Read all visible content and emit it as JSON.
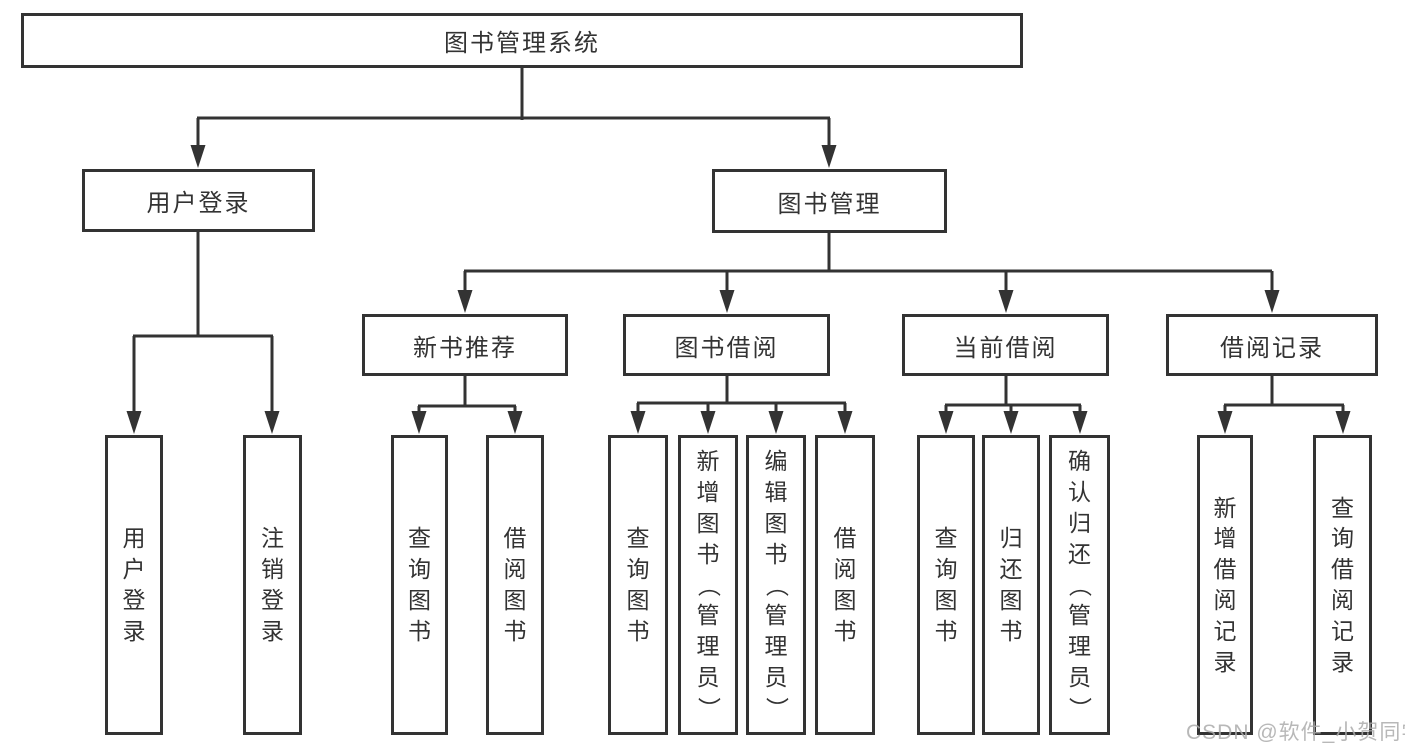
{
  "diagram": {
    "root": {
      "label": "图书管理系统"
    },
    "user_login": {
      "label": "用户登录",
      "children": [
        {
          "label": "用户登录"
        },
        {
          "label": "注销登录"
        }
      ]
    },
    "book_management": {
      "label": "图书管理",
      "children": [
        {
          "label": "新书推荐",
          "children": [
            {
              "label": "查询图书"
            },
            {
              "label": "借阅图书"
            }
          ]
        },
        {
          "label": "图书借阅",
          "children": [
            {
              "label": "查询图书"
            },
            {
              "label": "新增图书（管理员）"
            },
            {
              "label": "编辑图书（管理员）"
            },
            {
              "label": "借阅图书"
            }
          ]
        },
        {
          "label": "当前借阅",
          "children": [
            {
              "label": "查询图书"
            },
            {
              "label": "归还图书"
            },
            {
              "label": "确认归还（管理员）"
            }
          ]
        },
        {
          "label": "借阅记录",
          "children": [
            {
              "label": "新增借阅记录"
            },
            {
              "label": "查询借阅记录"
            }
          ]
        }
      ]
    }
  },
  "watermark": {
    "text": "CSDN @软件_小贺同学"
  },
  "colors": {
    "line": "#333333",
    "text": "#333333",
    "watermark": "#acacac",
    "background": "#ffffff"
  }
}
